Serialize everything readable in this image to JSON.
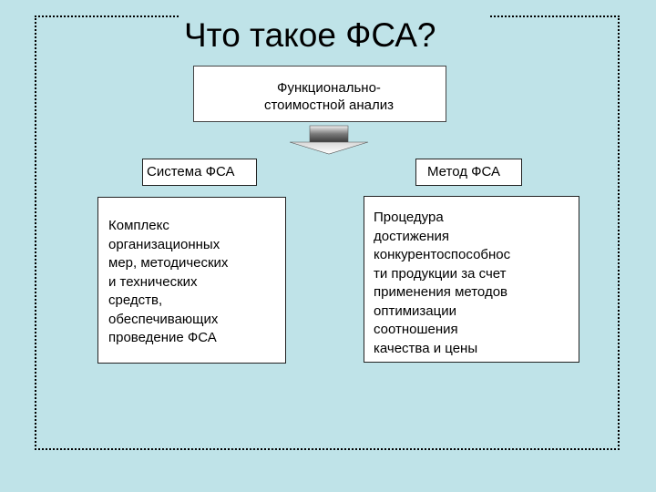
{
  "title": "Что такое ФСА?",
  "top_box": {
    "lines": [
      "Функционально-",
      "стоимостной анализ"
    ]
  },
  "left": {
    "label": "Система ФСА",
    "description_lines": [
      "Комплекс",
      "организационных",
      "мер, методических",
      "и технических",
      "средств,",
      "обеспечивающих",
      "проведение ФСА"
    ]
  },
  "right": {
    "label": "Метод ФСА",
    "description_lines": [
      "Процедура",
      "достижения",
      "конкурентоспособнос",
      "ти продукции за счет",
      "применения методов",
      "оптимизации",
      "соотношения",
      "качества и цены"
    ]
  },
  "arrow_icon": "down-arrow-icon"
}
